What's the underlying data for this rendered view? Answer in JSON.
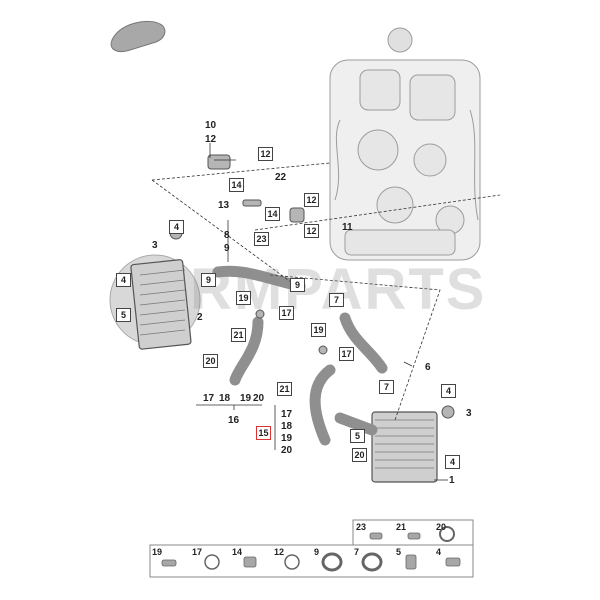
{
  "watermark": "RMPARTS",
  "callouts": [
    "10",
    "12",
    "22",
    "13",
    "11",
    "8",
    "9",
    "3",
    "2",
    "6",
    "1",
    "3",
    "16",
    "17",
    "18",
    "19",
    "20"
  ],
  "group_a": [
    "17",
    "18",
    "19",
    "20"
  ],
  "group_b": [
    "15",
    "17",
    "18",
    "19",
    "20"
  ],
  "legend_top": [
    "23",
    "21",
    "20"
  ],
  "legend_bottom": [
    "19",
    "17",
    "14",
    "12",
    "9",
    "7",
    "5",
    "4"
  ],
  "boxes": [
    "12",
    "14",
    "14",
    "23",
    "12",
    "4",
    "5",
    "4",
    "9",
    "9",
    "19",
    "17",
    "21",
    "20",
    "19",
    "17",
    "21",
    "7",
    "7",
    "5",
    "20",
    "4",
    "4",
    "15",
    "12"
  ],
  "colors": {
    "part": "#9a9a9a",
    "engine": "#bdbdbd",
    "line": "#333333",
    "red": "#d33333"
  }
}
